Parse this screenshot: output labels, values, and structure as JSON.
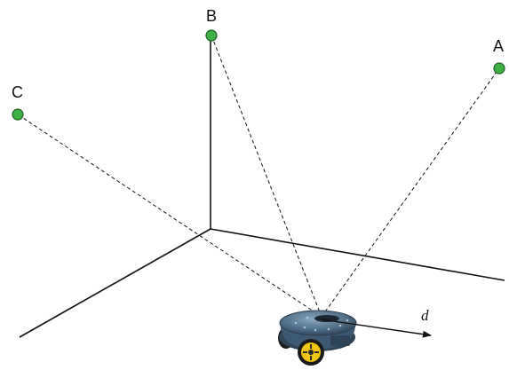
{
  "diagram": {
    "points": [
      {
        "id": "A",
        "label": "A"
      },
      {
        "id": "B",
        "label": "B"
      },
      {
        "id": "C",
        "label": "C"
      }
    ],
    "direction_label": "d",
    "colors": {
      "point_fill": "#3cb043",
      "point_stroke": "#1f5e22",
      "line": "#111111",
      "robot_body": "#4f6f88",
      "robot_wheel": "#f2c50f"
    }
  }
}
